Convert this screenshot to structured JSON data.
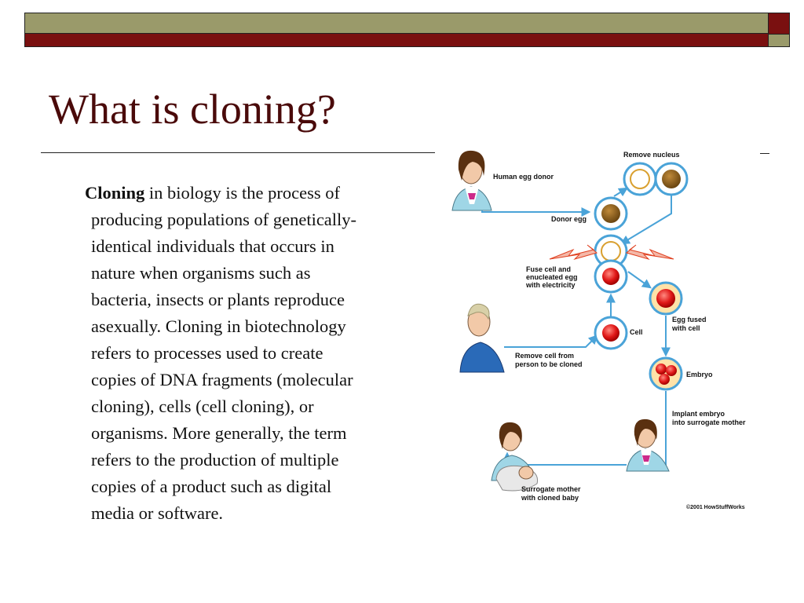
{
  "slide": {
    "title": "What is cloning?",
    "lead_term": "Cloning",
    "lead_rest": " in biology is the process of",
    "lines": [
      "producing populations of genetically-",
      "identical individuals that occurs in",
      "nature when organisms such as",
      "bacteria, insects or plants reproduce",
      "asexually. Cloning in biotechnology",
      "refers to processes used to create",
      "copies of DNA fragments (molecular",
      "cloning), cells (cell cloning), or",
      "organisms. More generally, the term",
      "refers to the production of multiple",
      "copies of a product such as digital",
      "media or software."
    ]
  },
  "diagram": {
    "human_egg_donor": "Human egg donor",
    "remove_nucleus": "Remove nucleus",
    "donor_egg": "Donor egg",
    "fuse_1": "Fuse cell and",
    "fuse_2": "enucleated egg",
    "fuse_3": "with electricity",
    "egg_fused_1": "Egg fused",
    "egg_fused_2": "with cell",
    "cell": "Cell",
    "remove_cell_1": "Remove cell from",
    "remove_cell_2": "person to be cloned",
    "embryo": "Embryo",
    "implant_1": "Implant embryo",
    "implant_2": "into surrogate mother",
    "surrogate_1": "Surrogate mother",
    "surrogate_2": "with cloned baby",
    "copyright": "©2001 HowStuffWorks"
  },
  "colors": {
    "olive_bar": "#9a9a6a",
    "maroon_bar": "#7a1010",
    "title_color": "#4a0a0a",
    "arrow_blue": "#4aa3d8"
  }
}
